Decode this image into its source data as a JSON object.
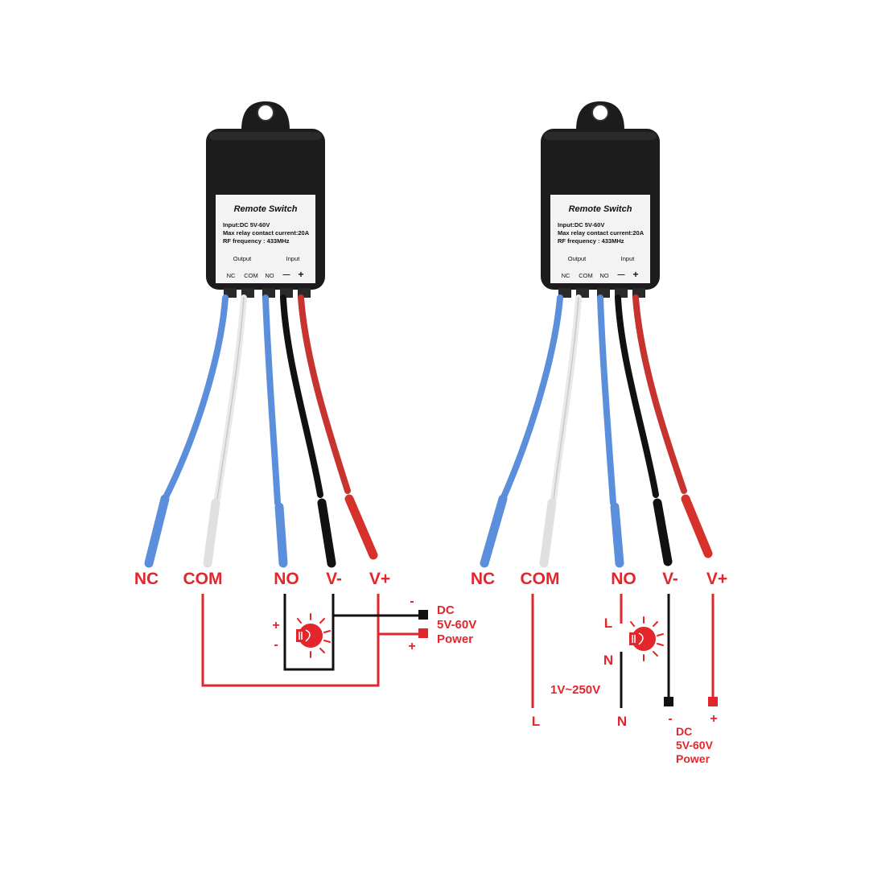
{
  "colors": {
    "red": "#e3262b",
    "black": "#111111",
    "blue": "#5b8fdc",
    "white_wire": "#eeeeee",
    "case": "#1c1c1c",
    "label_bg": "#f3f3f3"
  },
  "module": {
    "title": "Remote Switch",
    "spec_input": "Input:DC 5V-60V",
    "spec_current": "Max relay contact current:20A",
    "spec_rf": "RF frequency : 433MHz",
    "group_output": "Output",
    "group_input": "Input",
    "term_nc": "NC",
    "term_com": "COM",
    "term_no": "NO",
    "term_minus": "—",
    "term_plus": "+"
  },
  "left_diagram": {
    "wire_nc": "NC",
    "wire_com": "COM",
    "wire_no": "NO",
    "wire_vminus": "V-",
    "wire_vplus": "V+",
    "lamp_plus": "+",
    "lamp_minus": "-",
    "supply_minus": "-",
    "supply_plus": "+",
    "supply_dc": "DC",
    "supply_range": "5V-60V",
    "supply_power": "Power"
  },
  "right_diagram": {
    "wire_nc": "NC",
    "wire_com": "COM",
    "wire_no": "NO",
    "wire_vminus": "V-",
    "wire_vplus": "V+",
    "lamp_l": "L",
    "lamp_n": "N",
    "ac_range": "1V~250V",
    "ac_l": "L",
    "ac_n": "N",
    "supply_minus": "-",
    "supply_plus": "+",
    "supply_dc": "DC",
    "supply_range": "5V-60V",
    "supply_power": "Power"
  }
}
